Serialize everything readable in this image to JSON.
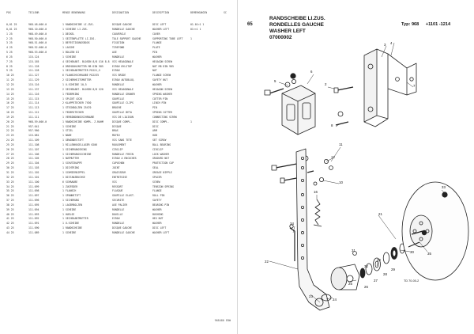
{
  "left_page": {
    "columns": [
      "POS",
      "TEILENR",
      "MENGE BENENNUNG",
      "DESIGNATION",
      "DESCRIPTION",
      "BEMERKUNGEN",
      "SC"
    ],
    "rows": [
      [
        "0,01 25",
        "968.48.000.0",
        "1 RANDSCHEIBE LI.ZUS.",
        "DISQUE GAUCHE",
        "DISC LEFT",
        "01.01<1 1",
        ""
      ],
      [
        "0,01 25",
        "968.10.000.0",
        "1 SCHEIBE LI.ZUS.",
        "RONDELLE GAUCHE",
        "WASHER LEFT",
        "01<<1 1",
        ""
      ],
      [
        "1 25",
        "968.49.000.0",
        "1 DECKEL",
        "COUVERCLE",
        "COVER",
        "",
        ""
      ],
      [
        "2 25",
        "968.50.000.0",
        "1 SEITENPLATTE LI.ZUS.",
        "TOLE SUPPORT GAUCHE",
        "SUPPORTING TUBE LEFT",
        "1",
        ""
      ],
      [
        "3 25",
        "968.51.000.0",
        "1 BEFESTIGUNGSBOCK",
        "FIXATION",
        "FLANGE",
        "",
        ""
      ],
      [
        "4 25",
        "968.52.000.0",
        "1 LASCHE",
        "TIREFOND",
        "PLATE",
        "",
        ""
      ],
      [
        "5 25",
        "968.53.000.0",
        "1 BOLZEN DI",
        "AXE",
        "PIN",
        "",
        ""
      ],
      [
        "6 25",
        "115.124",
        "1 SCHEIBE",
        "RONDELLE",
        "WASHER",
        "",
        ""
      ],
      [
        "7 25",
        "115.165",
        "4 SECHSKANT. BLOSEN 8/8 X16 8.8",
        "VIS HEXAGONALE",
        "HEXAGON SCREW",
        "",
        ""
      ],
      [
        "8 25",
        "111.128",
        "4 DREHZAHLMUTTER M8 DIN 985",
        "ECROU NYLSTOP",
        "NUT M8 DIN 985",
        "",
        ""
      ],
      [
        "9 25",
        "111.128",
        "1 SECHSKANTMUTTER M12X1,5",
        "ECROU",
        "NUT",
        "",
        ""
      ],
      [
        "10 25",
        "111.127",
        "6 FLANSCHSCHRAUBE M12X35",
        "VIS BRIDE",
        "FLANGE SCREW",
        "",
        ""
      ],
      [
        "11 25",
        "111.129",
        "2 SICHERHEITSMUTTER",
        "ECROU AUTOBLOQ.",
        "SAFETY NUT",
        "",
        ""
      ],
      [
        "12 25",
        "115.116",
        "1 U-SCHEIBE 10,5",
        "RONDELLE",
        "WASHER",
        "",
        ""
      ],
      [
        "13 25",
        "111.137",
        "2 SECHSKANT. BLOSEN 8/8 X20",
        "VIS HEXAGONALE",
        "HEXAGON SCREW",
        "",
        ""
      ],
      [
        "14 25",
        "111.116",
        "1 FEDERRING",
        "RONDELLE GROWER",
        "SPRING WASHER",
        "",
        ""
      ],
      [
        "15 25",
        "111.115",
        "1 SPLINT 4X28",
        "GOUPILLE",
        "COTTER PIN",
        "",
        ""
      ],
      [
        "16 25",
        "111.114",
        "2 KLAPPSTECKER 7X50",
        "GOUPILLE CLIPS",
        "LINCH PIN",
        "",
        ""
      ],
      [
        "17 25",
        "111.113",
        "1 STECKBOLZEN 25X70",
        "BROCHE",
        "PIN",
        "",
        ""
      ],
      [
        "18 25",
        "111.112",
        "1 FEDERSTECKER",
        "GOUPILLE BETA",
        "SPRING COTTER",
        "",
        ""
      ],
      [
        "19 25",
        "111.111",
        "1 VERBINDUNGSSCHRAUBE",
        "VIS DE LIAISON",
        "CONNECTING SCREW",
        "",
        ""
      ],
      [
        "20 25",
        "968.59.000.0",
        "1 RANDSCHEIBE KOMPL. Z.RAHM",
        "DISQUE COMPL.",
        "DISC COMPL.",
        "1",
        ""
      ],
      [
        "21 25",
        "957.641",
        "1 SCHEIBE",
        "DISQUE",
        "DISC",
        "",
        ""
      ],
      [
        "22 25",
        "957.960",
        "1 STIEL",
        "BRAS",
        "ARM",
        "",
        ""
      ],
      [
        "23 25",
        "115.081",
        "1 NABE",
        "MOYEU",
        "HUB",
        "",
        ""
      ],
      [
        "24 25",
        "111.109",
        "1 GEWINDESTIFT",
        "VIS SANS TETE",
        "SET SCREW",
        "",
        ""
      ],
      [
        "25 25",
        "111.108",
        "1 RILLENKUGELLAGER 6206",
        "ROULEMENT",
        "BALL BEARING",
        "",
        ""
      ],
      [
        "26 25",
        "111.107",
        "1 SICHERUNGSRING",
        "CIRCLIP",
        "CIRCLIP",
        "",
        ""
      ],
      [
        "27 25",
        "111.106",
        "1 SICHERUNGSSCHEIBE",
        "RONDELLE FREIN",
        "LOCK WASHER",
        "",
        ""
      ],
      [
        "28 25",
        "111.105",
        "1 NUTMUTTER",
        "ECROU A ENCOCHES",
        "GROOVED NUT",
        "",
        ""
      ],
      [
        "29 25",
        "111.104",
        "1 SCHUTZKAPPE",
        "CAPUCHON",
        "PROTECTION CAP",
        "",
        ""
      ],
      [
        "30 25",
        "111.103",
        "1 DICHTRING",
        "JOINT",
        "SEAL",
        "",
        ""
      ],
      [
        "31 25",
        "111.102",
        "1 SCHMIERNIPPEL",
        "GRAISSEUR",
        "GREASE NIPPLE",
        "",
        ""
      ],
      [
        "32 25",
        "111.101",
        "1 DISTANZBUCHSE",
        "ENTRETOISE",
        "SPACER",
        "",
        ""
      ],
      [
        "33 25",
        "111.100",
        "6 SCHRAUBE",
        "VIS",
        "SCREW",
        "",
        ""
      ],
      [
        "34 25",
        "111.099",
        "1 ZUGFEDER",
        "RESSORT",
        "TENSION SPRING",
        "",
        ""
      ],
      [
        "35 25",
        "111.098",
        "1 FLANSCH",
        "FLASQUE",
        "FLANGE",
        "",
        ""
      ],
      [
        "36 25",
        "111.097",
        "1 SPANNSTIFT",
        "GOUPILLE ELAST.",
        "ROLL PIN",
        "",
        ""
      ],
      [
        "37 25",
        "111.096",
        "1 SICHERUNG",
        "SECURITE",
        "SAFETY",
        "",
        ""
      ],
      [
        "38 25",
        "111.095",
        "1 LAGERBOLZEN",
        "AXE PALIER",
        "BEARING PIN",
        "",
        ""
      ],
      [
        "39 25",
        "111.094",
        "1 SCHEIBE",
        "RONDELLE",
        "WASHER",
        "",
        ""
      ],
      [
        "40 25",
        "111.093",
        "1 HUELSE",
        "DOUILLE",
        "BUSHING",
        "",
        ""
      ],
      [
        "41 25",
        "111.092",
        "1 SECHSKANTMUTTER",
        "ECROU",
        "HEX NUT",
        "",
        ""
      ],
      [
        "42 25",
        "111.091",
        "1 U-SCHEIBE",
        "RONDELLE",
        "WASHER",
        "",
        ""
      ],
      [
        "43 25",
        "111.090",
        "1 RANDSCHEIBE",
        "DISQUE GAUCHE",
        "DISC LEFT",
        "",
        ""
      ],
      [
        "44 25",
        "111.089",
        "1 SCHEIBE",
        "RONDELLE GAUCHE",
        "WASHER LEFT",
        "",
        ""
      ]
    ],
    "footer_code": "968480 EBW"
  },
  "right_page": {
    "sheet_number": "65",
    "title_lines": [
      "RANDSCHEIBE LI.ZUS.",
      "RONDELLES GAUCHE",
      "WASHER LEFT",
      "07000002"
    ],
    "type_label": "Typ: 968",
    "serial_range": "+1101 -1214",
    "drawing_ref": "TD 70-00-2",
    "callouts": [
      "1",
      "2",
      "3",
      "4",
      "5",
      "6",
      "7",
      "8",
      "9",
      "10",
      "11",
      "12",
      "13",
      "14",
      "15",
      "16",
      "17",
      "18",
      "19",
      "20",
      "21",
      "22",
      "23",
      "24",
      "25",
      "26",
      "27",
      "28",
      "29",
      "30",
      "31",
      "32",
      "33",
      "34",
      "35"
    ]
  }
}
